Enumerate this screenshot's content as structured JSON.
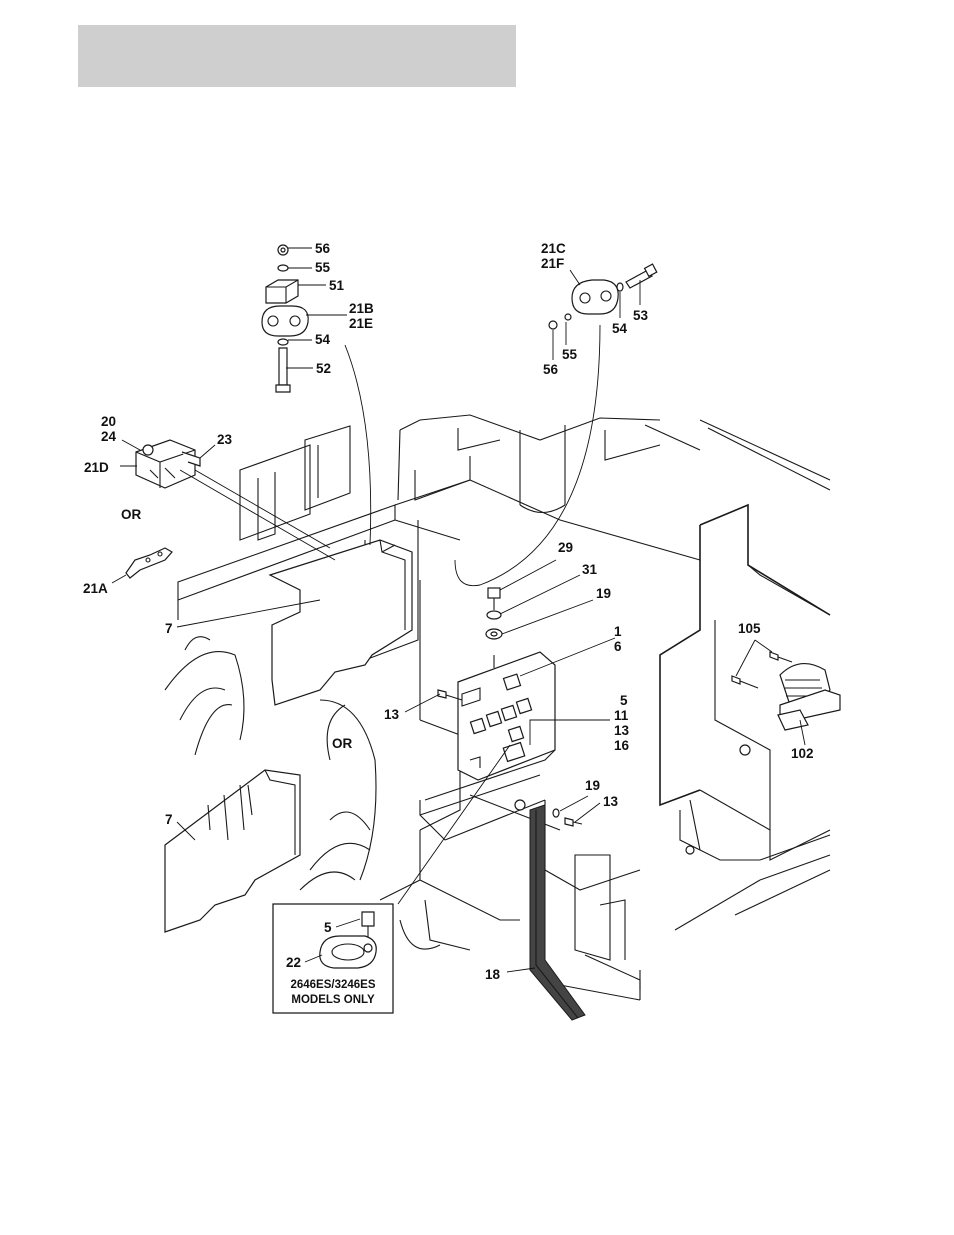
{
  "header": {
    "title": ""
  },
  "callouts": {
    "c56a": "56",
    "c55a": "55",
    "c51": "51",
    "c21b": "21B",
    "c21e": "21E",
    "c54a": "54",
    "c52": "52",
    "c21c": "21C",
    "c21f": "21F",
    "c53": "53",
    "c54b": "54",
    "c55b": "55",
    "c56b": "56",
    "c20": "20",
    "c24": "24",
    "c23": "23",
    "c21d": "21D",
    "c21a": "21A",
    "or1": "OR",
    "or2": "OR",
    "c7a": "7",
    "c7b": "7",
    "c29": "29",
    "c31": "31",
    "c19a": "19",
    "c1": "1",
    "c6": "6",
    "c5a": "5",
    "c11": "11",
    "c13a": "13",
    "c16": "16",
    "c13b": "13",
    "c19b": "19",
    "c13c": "13",
    "c105": "105",
    "c102": "102",
    "c18": "18",
    "c5b": "5",
    "c22": "22"
  },
  "inset": {
    "line1": "2646ES/3246ES",
    "line2": "MODELS ONLY"
  }
}
